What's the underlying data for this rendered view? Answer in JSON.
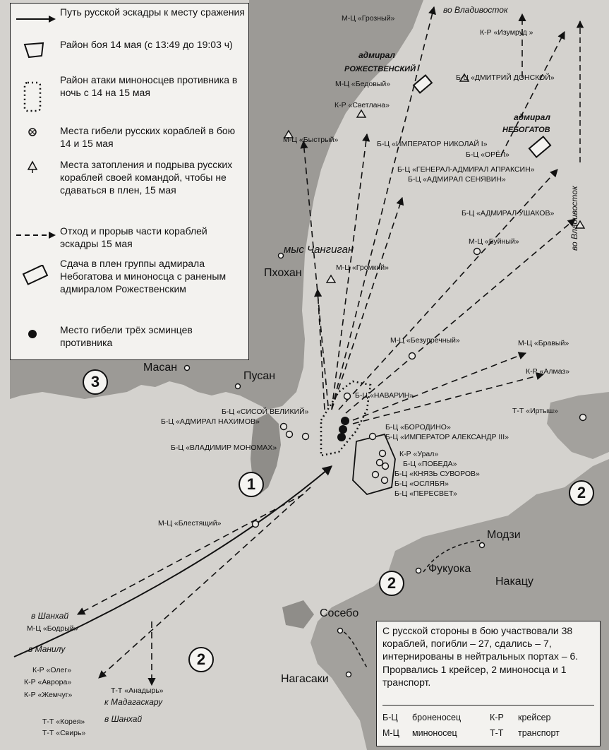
{
  "legend": {
    "items": [
      {
        "icon": "route-arrow-icon",
        "text": "Путь русской эскадры к месту сражения"
      },
      {
        "icon": "battle-area-icon",
        "text": "Район боя 14 мая (с 13:49 до 19:03 ч)"
      },
      {
        "icon": "torpedo-attack-area-icon",
        "text": "Район атаки миноносцев противника в ночь с 14 на 15 мая"
      },
      {
        "icon": "sunk-ship-icon",
        "text": "Места гибели русских кораблей в бою 14 и 15 мая"
      },
      {
        "icon": "scuttled-ship-icon",
        "text": "Места затопления и подрыва русских кораблей своей командой, чтобы не сдаваться в плен, 15 мая"
      },
      {
        "icon": "dashed-arrow-icon",
        "text": "Отход и прорыв части кораблей эскадры 15 мая"
      },
      {
        "icon": "surrender-icon",
        "text": "Сдача в плен группы адмирала Небогатова и миноносца с раненым адмиралом Рожественским"
      },
      {
        "icon": "enemy-destroyer-icon",
        "text": "Место гибели трёх эсминцев противника"
      }
    ]
  },
  "places": {
    "phohan": "Пхохан",
    "cape": "мыс Чангиган",
    "masan": "Масан",
    "pusan": "Пусан",
    "modzi": "Модзи",
    "fukuoka": "Фукуока",
    "nakatsu": "Накацу",
    "sosebo": "Сосебо",
    "nagasaki": "Нагасаки"
  },
  "directions": {
    "vladivostok_top": "во Владивосток",
    "vladivostok_right": "во Владивосток",
    "shanghai_1": "в Шанхай",
    "manila": "в Манилу",
    "madagascar": "к Мадагаскару",
    "shanghai_2": "в Шанхай"
  },
  "admirals": {
    "rozh": [
      "адмирал",
      "РОЖЕСТВЕНСКИЙ"
    ],
    "neb": [
      "адмирал",
      "НЕБОГАТОВ"
    ]
  },
  "region_numbers": [
    "3",
    "1",
    "2",
    "2",
    "2"
  ],
  "ships": {
    "grozny": "М-Ц «Грозный»",
    "izumrud": "К-Р «Изумруд »",
    "bedovy": "М-Ц «Бедовый»",
    "donskoy": "Б-Ц «ДМИТРИЙ ДОНСКОЙ»",
    "svetlana": "К-Р «Светлана»",
    "bystry": "М-Ц «Быстрый»",
    "nikolai": "Б-Ц «ИМПЕРАТОР НИКОЛАЙ I»",
    "orel": "Б-Ц «ОРЁЛ»",
    "apraksin": "Б-Ц «ГЕНЕРАЛ-АДМИРАЛ АПРАКСИН»",
    "senyavin": "Б-Ц «АДМИРАЛ СЕНЯВИН»",
    "ushakov": "Б-Ц «АДМИРАЛ УШАКОВ»",
    "buyny": "М-Ц «Буйный»",
    "gromky": "М-Ц «Громкий»",
    "bezuprechny": "М-Ц «Безупречный»",
    "bravy": "М-Ц «Бравый»",
    "almaz": "К-Р «Алмаз»",
    "navarin": "Б-Ц «НАВАРИН»",
    "irtysh": "Т-Т «Иртыш»",
    "sisoy": "Б-Ц «СИСОЙ ВЕЛИКИЙ»",
    "nakhimov": "Б-Ц «АДМИРАЛ НАХИМОВ»",
    "monomakh": "Б-Ц «ВЛАДИМИР МОНОМАХ»",
    "borodino": "Б-Ц «БОРОДИНО»",
    "alexander": "Б-Ц «ИМПЕРАТОР АЛЕКСАНДР III»",
    "ural": "К-Р «Урал»",
    "pobeda": "Б-Ц «ПОБЕДА»",
    "suvorov": "Б-Ц «КНЯЗЬ СУВОРОВ»",
    "oslyabya": "Б-Ц «ОСЛЯБЯ»",
    "peresvet": "Б-Ц «ПЕРЕСВЕТ»",
    "blestyashchy": "М-Ц «Блестящий»",
    "bodry": "М-Ц «Бодрый»",
    "oleg": "К-Р «Олег»",
    "avrora": "К-Р «Аврора»",
    "zhemchug": "К-Р «Жемчуг»",
    "anadyr": "Т-Т «Анадырь»",
    "koreya": "Т-Т «Корея»",
    "svir": "Т-Т «Свирь»"
  },
  "summary": {
    "text": "С русской стороны в бою участвовали 38 кораблей, погибли – 27, сдались – 7, интернированы в нейтральных портах – 6. Прорвались 1 крейсер, 2 миноносца и 1 транспорт.",
    "abbr": [
      {
        "code": "Б-Ц",
        "meaning": "броненосец"
      },
      {
        "code": "К-Р",
        "meaning": "крейсер"
      },
      {
        "code": "М-Ц",
        "meaning": "миноносец"
      },
      {
        "code": "Т-Т",
        "meaning": "транспорт"
      }
    ]
  }
}
